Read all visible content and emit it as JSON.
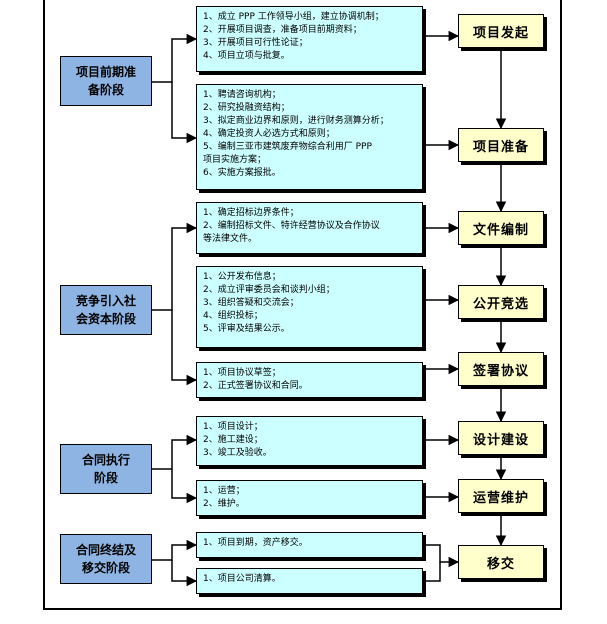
{
  "phases": [
    {
      "label": "项目前期准\n备阶段"
    },
    {
      "label": "竞争引入社\n会资本阶段"
    },
    {
      "label": "合同执行\n阶段"
    },
    {
      "label": "合同终结及\n移交阶段"
    }
  ],
  "tasks": [
    {
      "lines": [
        "1、成立 PPP 工作领导小组，建立协调机制；",
        "2、开展项目调查，准备项目前期资料；",
        "3、开展项目可行性论证；",
        "4、项目立项与批复。"
      ]
    },
    {
      "lines": [
        "1、聘请咨询机构；",
        "2、研究投融资结构；",
        "3、拟定商业边界和原则，进行财务测算分析；",
        "4、确定投资人必选方式和原则；",
        "5、编制三亚市建筑废弃物综合利用厂 PPP",
        "项目实施方案；",
        "6、实施方案报批。"
      ]
    },
    {
      "lines": [
        "1、确定招标边界条件；",
        "2、编制招标文件、特许经营协议及合作协议",
        "等法律文件。"
      ]
    },
    {
      "lines": [
        "1、公开发布信息；",
        "2、成立评审委员会和谈判小组；",
        "3、组织答疑和交流会；",
        "4、组织投标；",
        "5、评审及结果公示。"
      ]
    },
    {
      "lines": [
        "1、项目协议草签；",
        "2、正式签署协议和合同。"
      ]
    },
    {
      "lines": [
        "1、项目设计；",
        "2、施工建设；",
        "3、竣工及验收。"
      ]
    },
    {
      "lines": [
        "1、运营；",
        "2、维护。"
      ]
    },
    {
      "lines": [
        "1、项目到期，资产移交。"
      ]
    },
    {
      "lines": [
        "1、项目公司清算。"
      ]
    }
  ],
  "steps": [
    {
      "label": "项目发起"
    },
    {
      "label": "项目准备"
    },
    {
      "label": "文件编制"
    },
    {
      "label": "公开竞选"
    },
    {
      "label": "签署协议"
    },
    {
      "label": "设计建设"
    },
    {
      "label": "运营维护"
    },
    {
      "label": "移交"
    }
  ]
}
